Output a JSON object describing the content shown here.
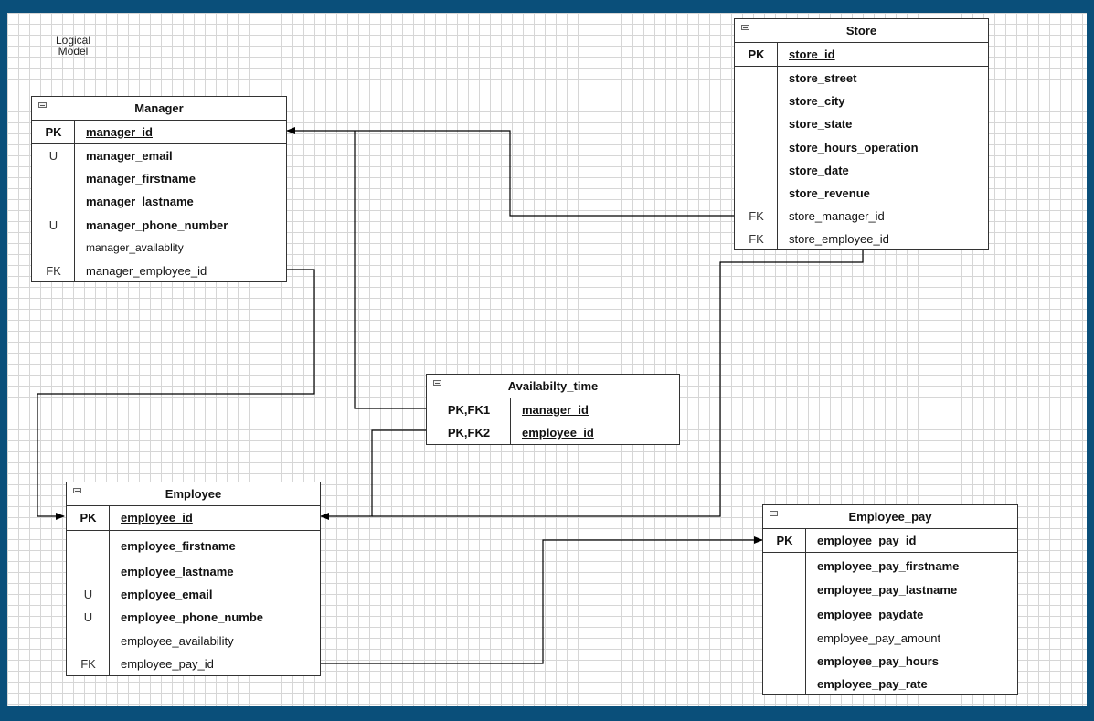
{
  "note": {
    "line1": "Logical",
    "line2": "Model"
  },
  "colors": {
    "frame": "#0a4f7a",
    "grid": "#d6d6d6",
    "line": "#000000"
  },
  "tables": {
    "manager": {
      "title": "Manager",
      "pk": {
        "key": "PK",
        "name": "manager_id"
      },
      "fields": [
        {
          "key": "U",
          "name": "manager_email"
        },
        {
          "key": "",
          "name": "manager_firstname"
        },
        {
          "key": "",
          "name": "manager_lastname"
        },
        {
          "key": "U",
          "name": "manager_phone_number"
        },
        {
          "key": "",
          "name": "manager_availablity"
        },
        {
          "key": "FK",
          "name": "manager_employee_id"
        }
      ]
    },
    "store": {
      "title": "Store",
      "pk": {
        "key": "PK",
        "name": "store_id"
      },
      "fields": [
        {
          "key": "",
          "name": "store_street"
        },
        {
          "key": "",
          "name": "store_city"
        },
        {
          "key": "",
          "name": "store_state"
        },
        {
          "key": "",
          "name": "store_hours_operation"
        },
        {
          "key": "",
          "name": "store_date"
        },
        {
          "key": "",
          "name": "store_revenue"
        },
        {
          "key": "FK",
          "name": "store_manager_id"
        },
        {
          "key": "FK",
          "name": "store_employee_id"
        }
      ]
    },
    "availability": {
      "title": "Availabilty_time",
      "rows": [
        {
          "key": "PK,FK1",
          "name": "manager_id"
        },
        {
          "key": "PK,FK2",
          "name": "employee_id"
        }
      ]
    },
    "employee": {
      "title": "Employee",
      "pk": {
        "key": "PK",
        "name": "employee_id"
      },
      "fields": [
        {
          "key": "",
          "name": "employee_firstname"
        },
        {
          "key": "",
          "name": "employee_lastname"
        },
        {
          "key": "U",
          "name": "employee_email"
        },
        {
          "key": "U",
          "name": "employee_phone_numbe"
        },
        {
          "key": "",
          "name": "employee_availability"
        },
        {
          "key": "FK",
          "name": "employee_pay_id"
        }
      ]
    },
    "employee_pay": {
      "title": "Employee_pay",
      "pk": {
        "key": "PK",
        "name": "employee_pay_id"
      },
      "fields": [
        {
          "key": "",
          "name": "employee_pay_firstname"
        },
        {
          "key": "",
          "name": "employee_pay_lastname"
        },
        {
          "key": "",
          "name": "employee_paydate"
        },
        {
          "key": "",
          "name": "employee_pay_amount"
        },
        {
          "key": "",
          "name": "employee_pay_hours"
        },
        {
          "key": "",
          "name": "employee_pay_rate"
        }
      ]
    }
  }
}
